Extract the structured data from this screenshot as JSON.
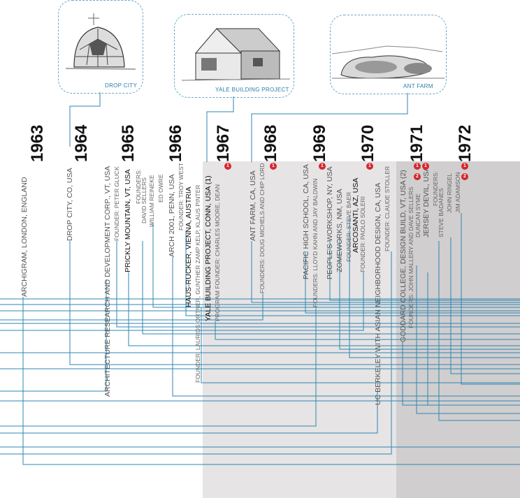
{
  "thumbnails": [
    {
      "caption": "DROP CITY"
    },
    {
      "caption": "YALE BUILDING PROJECT"
    },
    {
      "caption": "ANT FARM"
    }
  ],
  "years": [
    "1963",
    "1964",
    "1965",
    "1966",
    "1967",
    "1968",
    "1969",
    "1970",
    "1971",
    "1972"
  ],
  "entries": {
    "archigram": "ARCHIGRAM, LONDON, ENGLAND",
    "drop_city": "DROP CITY, CO, USA",
    "arc": "ARCHITECTURE RESEARCH AND DEVELOPMENT CORP., VT, USA",
    "arc_founder": "FOUNDER: PETER GLUCK",
    "prickly": "PRICKLY MOUNTAIN, VT, USA",
    "prickly_founders": "FOUNDERS:",
    "prickly_f1": "DAVID SELLERS",
    "prickly_f2": "WILLIAM REINEKE",
    "prickly_f3": "ED OWRE",
    "arch2001": "ARCH 2001, PENN, USA",
    "arch2001_founder": "FOUNDER: TROY WEST",
    "haus": "HAUS-RUCKER, VIENNA, AUSTRIA",
    "haus_founders": "FOUNDER: LAURIDS ORTNER, GUNTHER ZAMP KELP, KLAUS PINTER",
    "yale": "YALE BUILDING PROJECT, CONN, USA (1)",
    "yale_founder": "PROGRAM FOUNDER: CHARLES MOORE, DEAN",
    "antfarm": "ANT FARM, CA, USA",
    "antfarm_founders": "FOUNDERS: DOUG MICHELS AND CHIP LORD",
    "pacific": "PACIFIC HIGH SCHOOL, CA, USA",
    "pacific_founders": "FOUNDERS: LLOYD KAHN AND JAY BALDWIN",
    "peoples": "PEOPLE'S WORKSHOP, NY, USA",
    "zomeworks": "ZOMEWORKS, NM, USA",
    "zomeworks_founder": "FOUNDER: STEVE BAER",
    "arcosanti": "ARCOSANTI, AZ, USA",
    "arcosanti_founder": "FOUNDER: PAOLO SOLERI",
    "berkeley": "UC BERKELEY WITH ASIAN NEIGHBORHOOD DESIGN, CA, USA",
    "berkeley_founder": "FOUNDER: CLAUDE STOLLER",
    "goddard": "GODDARD COLLEGE, DESIGN BUILD, VT, USA (2)",
    "goddard_founders": "FOUNDERS: JOHN MALLERY AND DAVE SELLERS",
    "goddard_f2": "DUNCAN SYME",
    "jersey": "JERSEY DEVIL, USA",
    "jersey_founders": "FOUNDERS:",
    "jersey_f1": "STEVE BADANES",
    "jersey_f2": "JOHN RINGEL",
    "jersey_f3": "JIM ADAMSON"
  },
  "badges": [
    "1",
    "1",
    "1",
    "1",
    "1",
    "2",
    "1",
    "1",
    "2"
  ],
  "colors": {
    "line": "#2f86b0",
    "badge": "#d6262c",
    "band_light": "#e6e4e5",
    "band_dark": "#d0cecf"
  }
}
